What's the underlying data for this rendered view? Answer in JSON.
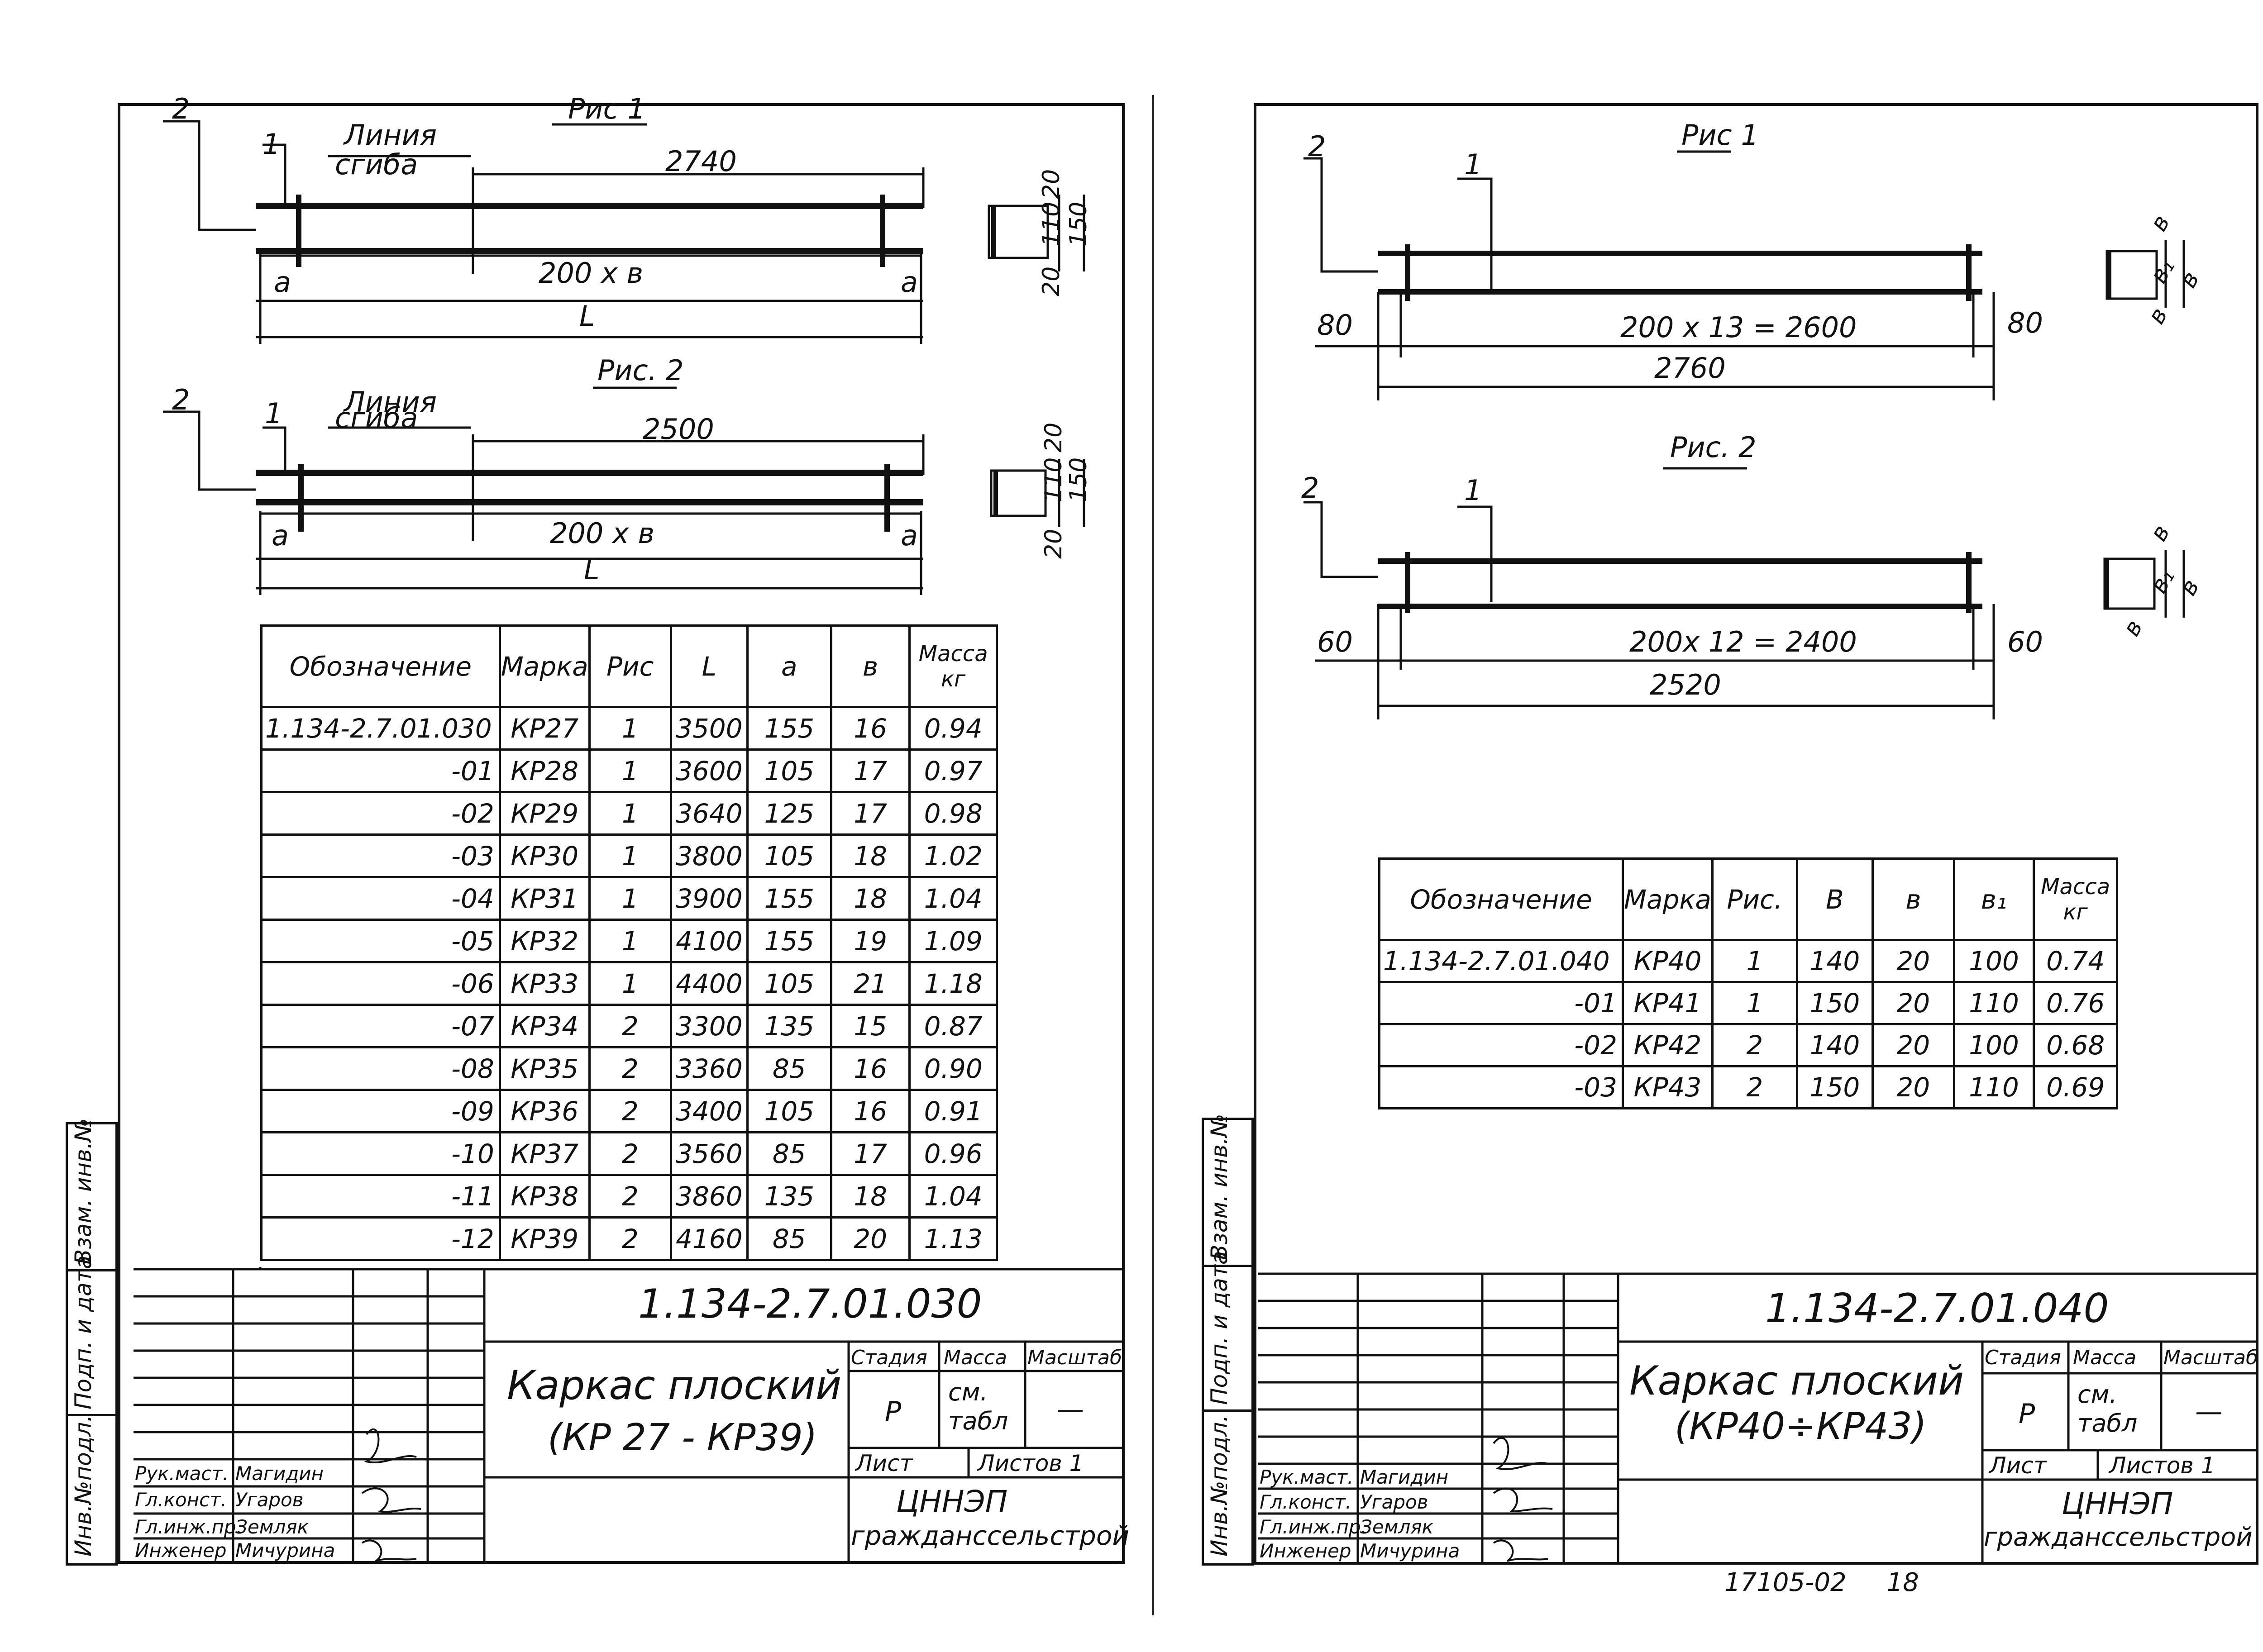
{
  "left": {
    "fig1_title": "Рис 1",
    "fig2_title": "Рис. 2",
    "fig1": {
      "callout_2": "2",
      "callout_1": "1",
      "fold_line": [
        "Линия",
        "сгиба"
      ],
      "top_dim": "2740",
      "mid_dim": "200 x в",
      "end_a": "а",
      "bottom_dim": "L",
      "sec_dims": [
        "20",
        "110",
        "150",
        "20"
      ]
    },
    "fig2": {
      "callout_2": "2",
      "callout_1": "1",
      "fold_line": [
        "Линия",
        "сгиба"
      ],
      "top_dim": "2500",
      "mid_dim": "200 x в",
      "end_a": "а",
      "bottom_dim": "L",
      "sec_dims": [
        "20",
        "110",
        "150",
        "20"
      ]
    },
    "table": {
      "headers": [
        "Обозначение",
        "Марка",
        "Рис",
        "L",
        "а",
        "в",
        "Масса кг"
      ],
      "rows": [
        [
          "1.134-2.7.01.030",
          "КР27",
          "1",
          "3500",
          "155",
          "16",
          "0.94"
        ],
        [
          "-01",
          "КР28",
          "1",
          "3600",
          "105",
          "17",
          "0.97"
        ],
        [
          "-02",
          "КР29",
          "1",
          "3640",
          "125",
          "17",
          "0.98"
        ],
        [
          "-03",
          "КР30",
          "1",
          "3800",
          "105",
          "18",
          "1.02"
        ],
        [
          "-04",
          "КР31",
          "1",
          "3900",
          "155",
          "18",
          "1.04"
        ],
        [
          "-05",
          "КР32",
          "1",
          "4100",
          "155",
          "19",
          "1.09"
        ],
        [
          "-06",
          "КР33",
          "1",
          "4400",
          "105",
          "21",
          "1.18"
        ],
        [
          "-07",
          "КР34",
          "2",
          "3300",
          "135",
          "15",
          "0.87"
        ],
        [
          "-08",
          "КР35",
          "2",
          "3360",
          "85",
          "16",
          "0.90"
        ],
        [
          "-09",
          "КР36",
          "2",
          "3400",
          "105",
          "16",
          "0.91"
        ],
        [
          "-10",
          "КР37",
          "2",
          "3560",
          "85",
          "17",
          "0.96"
        ],
        [
          "-11",
          "КР38",
          "2",
          "3860",
          "135",
          "18",
          "1.04"
        ],
        [
          "-12",
          "КР39",
          "2",
          "4160",
          "85",
          "20",
          "1.13"
        ]
      ]
    },
    "titleblock": {
      "code": "1.134-2.7.01.030",
      "name_line1": "Каркас плоский",
      "name_line2": "(КР 27 - КР39)",
      "stage_label": "Стадия",
      "mass_label": "Масса",
      "scale_label": "Масштаб",
      "stage_value": "Р",
      "mass_value": "см. табл",
      "scale_value": "—",
      "sheet_label": "Лист",
      "sheets_label": "Листов 1",
      "org_line1": "ЦННЭП",
      "org_line2": "гражданссельстрой",
      "staff": [
        [
          "Рук.маст.",
          "Магидин"
        ],
        [
          "Гл.конст.",
          "Угаров"
        ],
        [
          "Гл.инж.пр.",
          "Земляк"
        ],
        [
          "Инженер",
          "Мичурина"
        ]
      ]
    },
    "side_stamps": [
      "Инв.№подл.",
      "Подп. и дата",
      "Взам. инв.№"
    ]
  },
  "right": {
    "fig1_title": "Рис 1",
    "fig2_title": "Рис. 2",
    "fig1": {
      "callout_2": "2",
      "callout_1": "1",
      "end_left": "80",
      "end_right": "80",
      "mid_dim": "200 x 13 = 2600",
      "total": "2760",
      "sec_dims": [
        "в",
        "в",
        "в₁",
        "в"
      ]
    },
    "fig2": {
      "callout_2": "2",
      "callout_1": "1",
      "end_left": "60",
      "end_right": "60",
      "mid_dim": "200x 12 = 2400",
      "total": "2520",
      "sec_dims": [
        "в",
        "в",
        "в₁",
        "в"
      ]
    },
    "table": {
      "headers": [
        "Обозначение",
        "Марка",
        "Рис.",
        "В",
        "в",
        "в₁",
        "Масса кг"
      ],
      "rows": [
        [
          "1.134-2.7.01.040",
          "КР40",
          "1",
          "140",
          "20",
          "100",
          "0.74"
        ],
        [
          "-01",
          "КР41",
          "1",
          "150",
          "20",
          "110",
          "0.76"
        ],
        [
          "-02",
          "КР42",
          "2",
          "140",
          "20",
          "100",
          "0.68"
        ],
        [
          "-03",
          "КР43",
          "2",
          "150",
          "20",
          "110",
          "0.69"
        ]
      ]
    },
    "titleblock": {
      "code": "1.134-2.7.01.040",
      "name_line1": "Каркас плоский",
      "name_line2": "(КР40÷КР43)",
      "stage_label": "Стадия",
      "mass_label": "Масса",
      "scale_label": "Масштаб",
      "stage_value": "Р",
      "mass_value": "см. табл",
      "scale_value": "—",
      "sheet_label": "Лист",
      "sheets_label": "Листов 1",
      "org_line1": "ЦННЭП",
      "org_line2": "гражданссельстрой",
      "staff": [
        [
          "Рук.маст.",
          "Магидин"
        ],
        [
          "Гл.конст.",
          "Угаров"
        ],
        [
          "Гл.инж.пр.",
          "Земляк"
        ],
        [
          "Инженер",
          "Мичурина"
        ]
      ]
    },
    "side_stamps": [
      "Инв.№подл.",
      "Подп. и дата",
      "Взам. инв.№"
    ],
    "footer": "17105-02     18"
  }
}
